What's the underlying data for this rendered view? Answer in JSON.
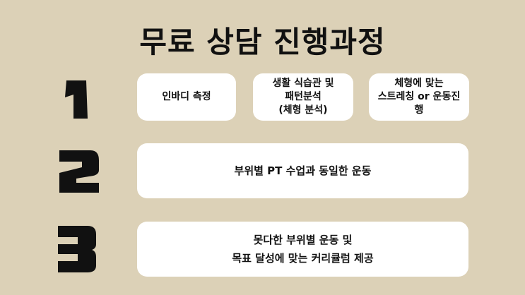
{
  "title": "무료 상담 진행과정",
  "steps": [
    {
      "number": "1",
      "cards": [
        "인바디 측정",
        "생활 식습관 및\n패턴분석\n(체형 분석)",
        "체형에 맞는\n스트레칭 or 운동진행"
      ]
    },
    {
      "number": "2",
      "cards": [
        "부위별 PT 수업과 동일한 운동"
      ]
    },
    {
      "number": "3",
      "cards": [
        "못다한 부위별 운동 및\n목표 달성에 맞는 커리큘럼 제공"
      ]
    }
  ]
}
